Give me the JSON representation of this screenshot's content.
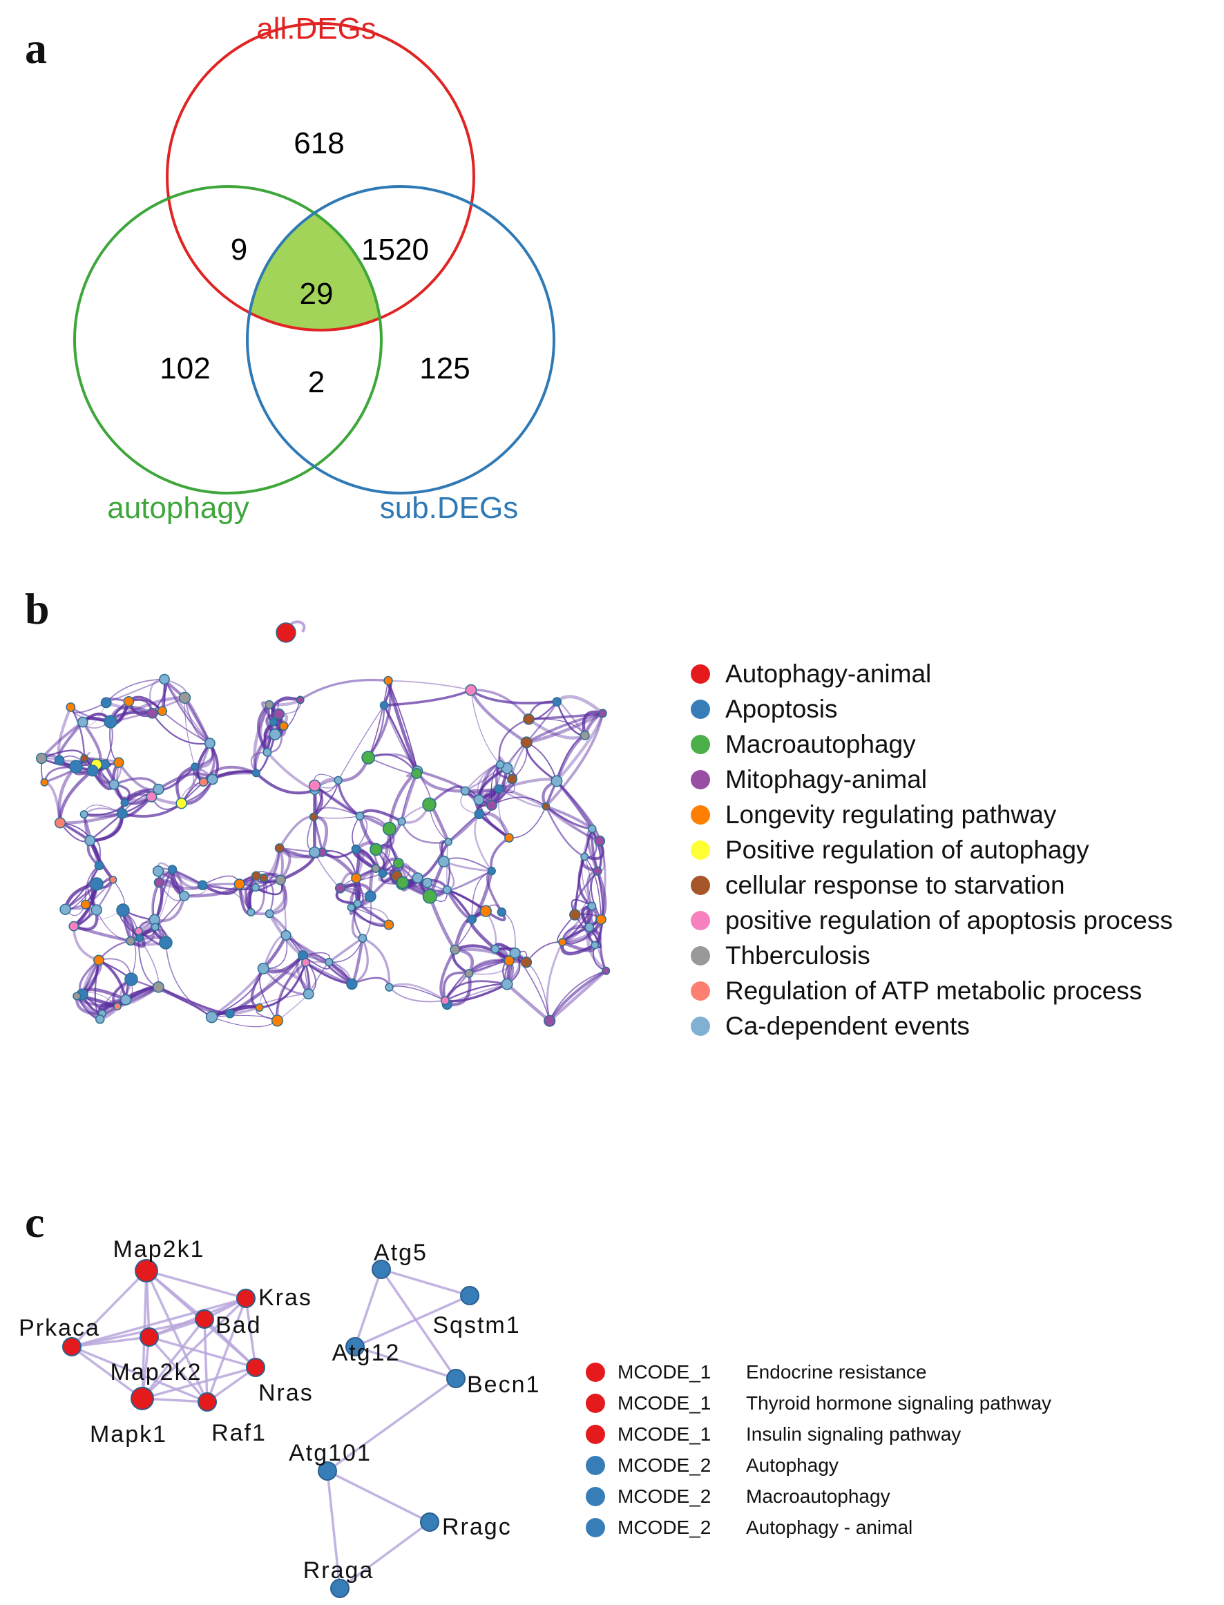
{
  "panel_a": {
    "letter": "a",
    "sets": [
      {
        "name": "all.DEGs",
        "color": "#e02424"
      },
      {
        "name": "autophagy",
        "color": "#3ea63a"
      },
      {
        "name": "sub.DEGs",
        "color": "#2f79b5"
      }
    ],
    "regions": {
      "all_only": "618",
      "all_autophagy": "9",
      "all_sub": "1520",
      "all_three": "29",
      "autophagy_only": "102",
      "autophagy_sub": "2",
      "sub_only": "125"
    },
    "highlight_color": "#a3d45a"
  },
  "panel_b": {
    "letter": "b",
    "edge_color": "#5b2ea0",
    "legend": [
      {
        "label": "Autophagy-animal",
        "color": "#e41a1c"
      },
      {
        "label": "Apoptosis",
        "color": "#377eb8"
      },
      {
        "label": "Macroautophagy",
        "color": "#4daf4a"
      },
      {
        "label": "Mitophagy-animal",
        "color": "#984ea3"
      },
      {
        "label": "Longevity regulating pathway",
        "color": "#ff7f00"
      },
      {
        "label": "Positive regulation of autophagy",
        "color": "#ffff33"
      },
      {
        "label": "cellular response to starvation",
        "color": "#a65628"
      },
      {
        "label": "positive regulation of apoptosis process",
        "color": "#f781bf"
      },
      {
        "label": "Thberculosis",
        "color": "#999999"
      },
      {
        "label": "Regulation of ATP metabolic process",
        "color": "#fb8072"
      },
      {
        "label": "Ca-dependent events",
        "color": "#80b1d3"
      }
    ]
  },
  "panel_c": {
    "letter": "c",
    "edge_color": "#b9a6dc",
    "nodes": [
      {
        "label": "Map2k1",
        "cluster": "MCODE_1"
      },
      {
        "label": "Kras",
        "cluster": "MCODE_1"
      },
      {
        "label": "Bad",
        "cluster": "MCODE_1"
      },
      {
        "label": "Prkaca",
        "cluster": "MCODE_1"
      },
      {
        "label": "Map2k2",
        "cluster": "MCODE_1"
      },
      {
        "label": "Nras",
        "cluster": "MCODE_1"
      },
      {
        "label": "Mapk1",
        "cluster": "MCODE_1"
      },
      {
        "label": "Raf1",
        "cluster": "MCODE_1"
      },
      {
        "label": "Atg5",
        "cluster": "MCODE_2"
      },
      {
        "label": "Sqstm1",
        "cluster": "MCODE_2"
      },
      {
        "label": "Atg12",
        "cluster": "MCODE_2"
      },
      {
        "label": "Becn1",
        "cluster": "MCODE_2"
      },
      {
        "label": "Atg101",
        "cluster": "MCODE_2"
      },
      {
        "label": "Rragc",
        "cluster": "MCODE_2"
      },
      {
        "label": "Rraga",
        "cluster": "MCODE_2"
      }
    ],
    "cluster_colors": {
      "MCODE_1": "#e41a1c",
      "MCODE_2": "#377eb8"
    },
    "legend": [
      {
        "cluster": "MCODE_1",
        "label": "Endocrine resistance",
        "color": "#e41a1c"
      },
      {
        "cluster": "MCODE_1",
        "label": "Thyroid hormone signaling pathway",
        "color": "#e41a1c"
      },
      {
        "cluster": "MCODE_1",
        "label": "Insulin signaling pathway",
        "color": "#e41a1c"
      },
      {
        "cluster": "MCODE_2",
        "label": "Autophagy",
        "color": "#377eb8"
      },
      {
        "cluster": "MCODE_2",
        "label": "Macroautophagy",
        "color": "#377eb8"
      },
      {
        "cluster": "MCODE_2",
        "label": "Autophagy - animal",
        "color": "#377eb8"
      }
    ]
  }
}
